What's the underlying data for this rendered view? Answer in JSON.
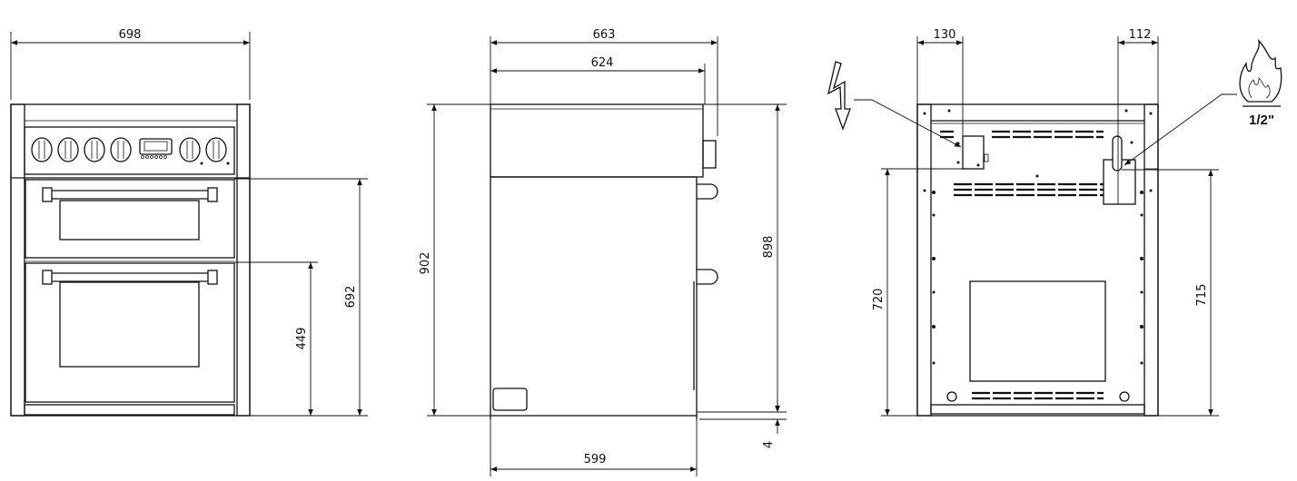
{
  "views": {
    "front": {
      "width_label": "698",
      "upper_door_height_label": "692",
      "lower_door_height_label": "449"
    },
    "side": {
      "overall_depth_label": "663",
      "body_depth_label": "624",
      "total_height_label": "902",
      "body_height_label": "898",
      "foot_height_label": "4",
      "base_depth_label": "599"
    },
    "back": {
      "electric_offset_label": "130",
      "gas_offset_label": "112",
      "electric_height_label": "720",
      "gas_height_label": "715",
      "gas_connection_label": "1/2\""
    }
  },
  "icons": [
    "electricity-icon",
    "gas-flame-icon"
  ]
}
